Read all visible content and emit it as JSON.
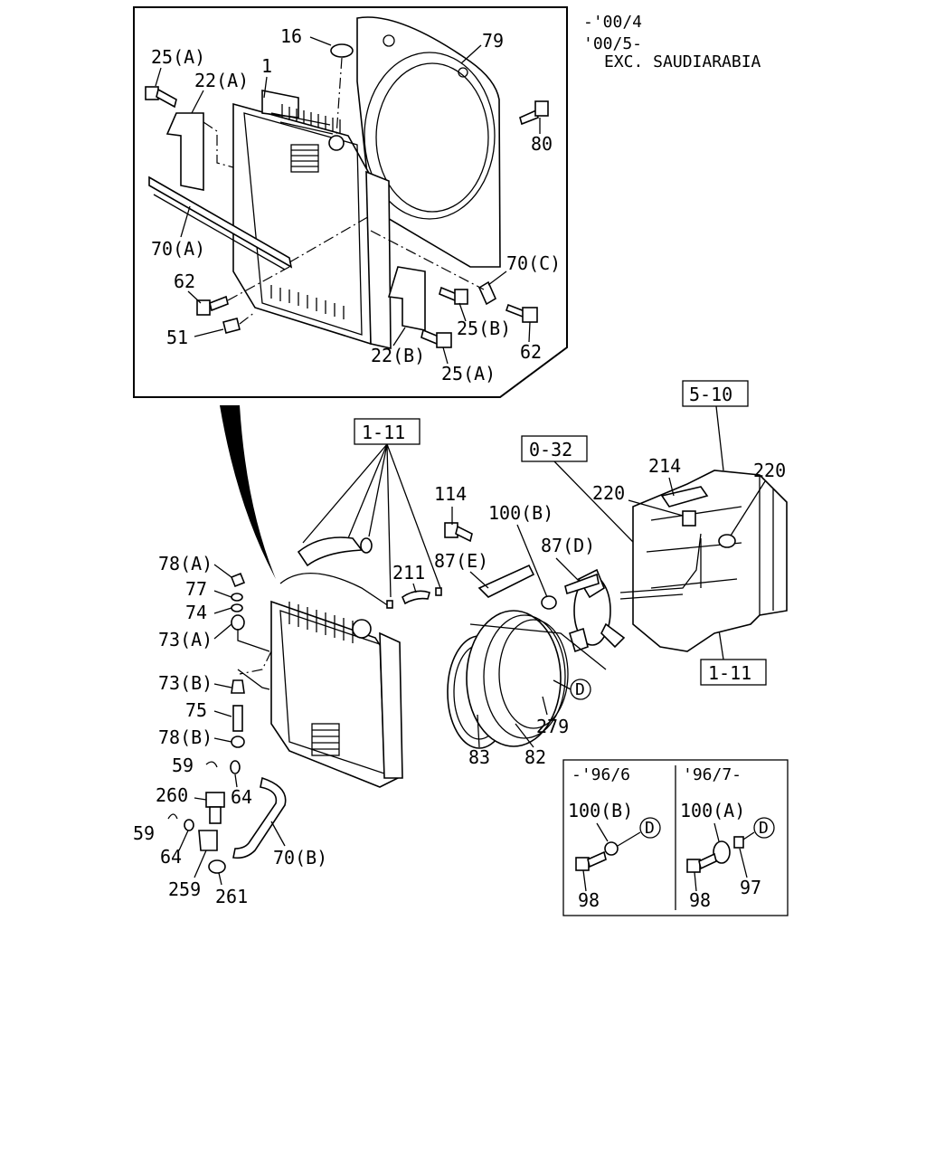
{
  "notes": {
    "line1": "-'00/4",
    "line2": "'00/5-",
    "line3": "EXC. SAUDIARABIA"
  },
  "refs": {
    "r510": "5-10",
    "r111a": "1-11",
    "r032": "0-32",
    "r111b": "1-11"
  },
  "inset": {
    "left_header": "-'96/6",
    "right_header": "'96/7-",
    "left_part": "100(B)",
    "right_part": "100(A)",
    "left_bolt": "98",
    "right_bolt": "98",
    "right_washer": "97",
    "marker_left": "D",
    "marker_right": "D"
  },
  "marker_main": "D",
  "callouts": {
    "c16": "16",
    "c79": "79",
    "c25a_top": "25(A)",
    "c22a": "22(A)",
    "c1": "1",
    "c80": "80",
    "c70a": "70(A)",
    "c70c": "70(C)",
    "c62_left": "62",
    "c51": "51",
    "c25b": "25(B)",
    "c62_right": "62",
    "c22b": "22(B)",
    "c25a_bottom": "25(A)",
    "c214": "214",
    "c220a": "220",
    "c220b": "220",
    "c114": "114",
    "c100b": "100(B)",
    "c87e": "87(E)",
    "c87d": "87(D)",
    "c211": "211",
    "c78a": "78(A)",
    "c77": "77",
    "c74": "74",
    "c73a": "73(A)",
    "c73b": "73(B)",
    "c75": "75",
    "c78b": "78(B)",
    "c59a": "59",
    "c64a": "64",
    "c260": "260",
    "c59b": "59",
    "c64b": "64",
    "c259": "259",
    "c261": "261",
    "c70b": "70(B)",
    "c83": "83",
    "c82": "82",
    "c279": "279"
  }
}
